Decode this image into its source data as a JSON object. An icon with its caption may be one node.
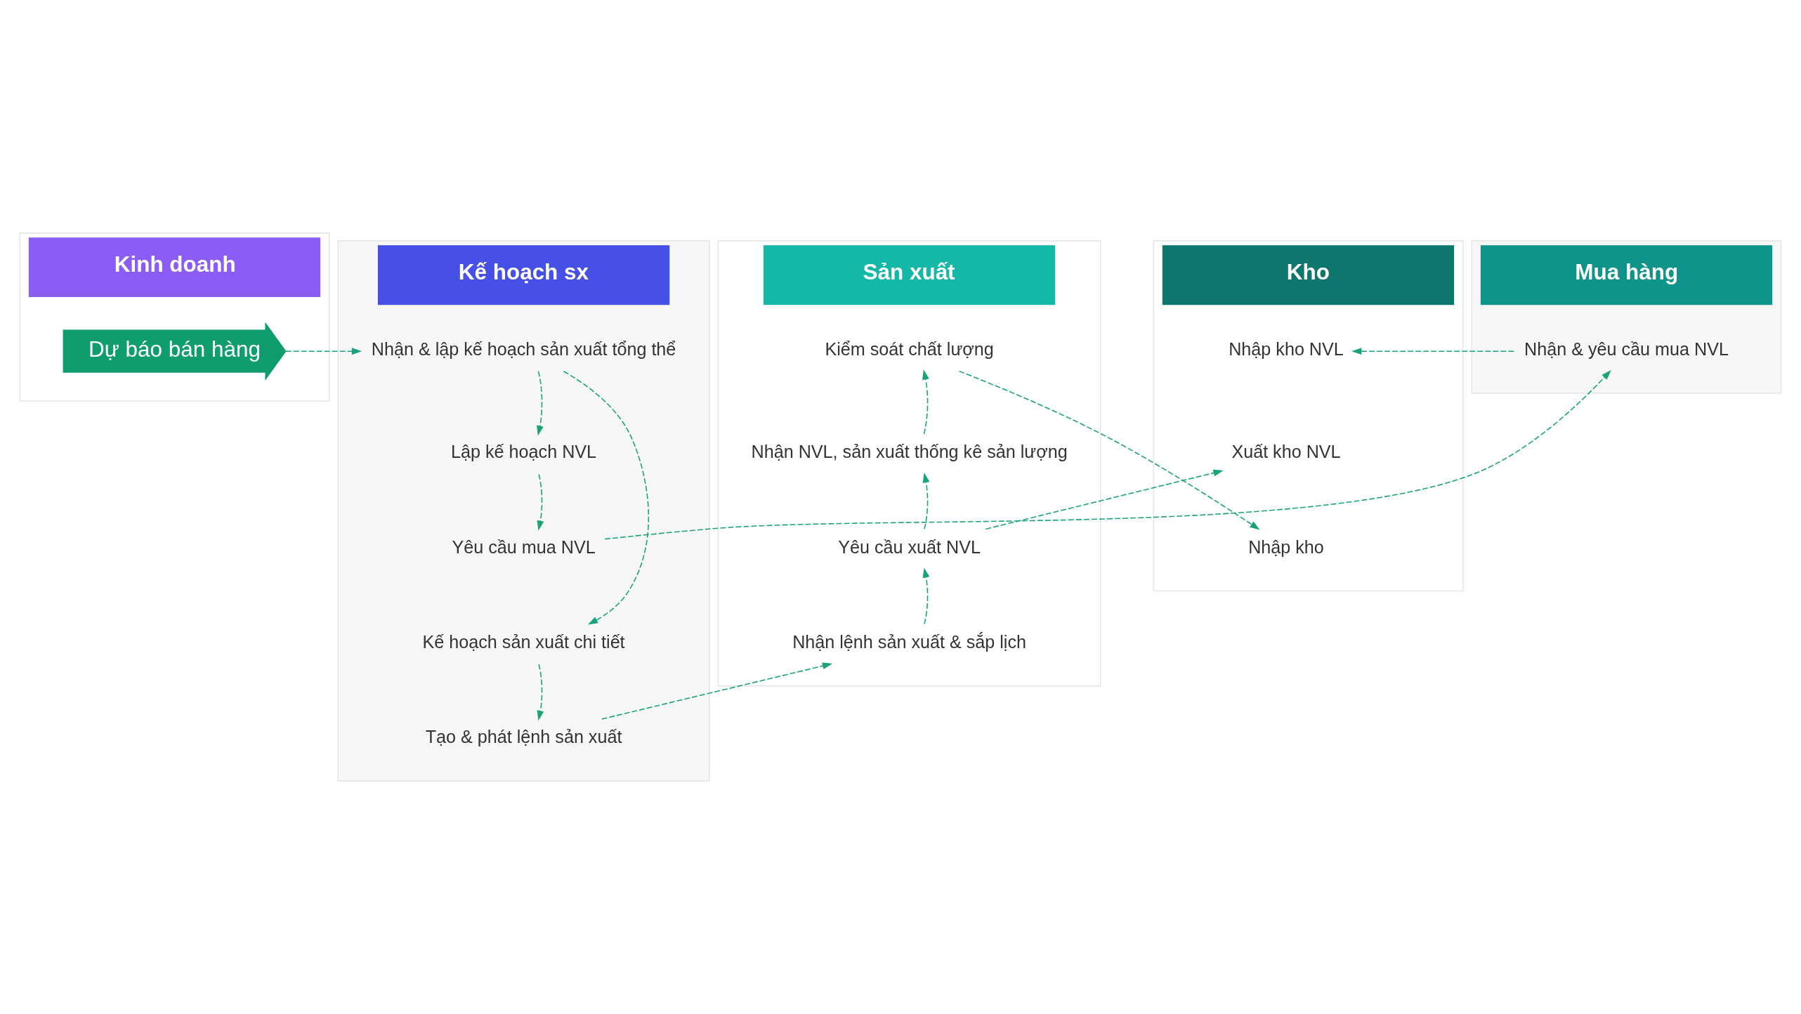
{
  "diagram": {
    "nodes": [
      {
        "text": [
          "Kinh doanh"
        ]
      },
      {
        "text": [
          "Dự báo bán hàng"
        ],
        "in": 0
      },
      {
        "text": [
          "Kế hoạch sx"
        ]
      },
      {
        "text": [
          "Nhận & lập kế hoạch sản xuất tổng thể"
        ],
        "in": 2
      },
      {
        "text": [
          "Lập kế hoạch NVL"
        ],
        "in": 2
      },
      {
        "text": [
          "Yêu cầu mua NVL"
        ],
        "in": 2
      },
      {
        "text": [
          "Kế hoạch sản xuất chi tiết"
        ],
        "in": 2
      },
      {
        "text": [
          "Tạo & phát lệnh sản xuất"
        ],
        "in": 2
      },
      {
        "text": [
          "Sản xuất"
        ]
      },
      {
        "text": [
          "Kiểm soát chất lượng"
        ],
        "in": 8
      },
      {
        "text": [
          "Nhận NVL, sản xuất thống kê sản lượng"
        ],
        "in": 8
      },
      {
        "text": [
          "Yêu cầu xuất NVL"
        ],
        "in": 8
      },
      {
        "text": [
          "Nhận lệnh sản xuất & sắp lịch"
        ],
        "in": 8
      },
      {
        "text": [
          "Mua hàng"
        ]
      },
      {
        "text": [
          "Nhận & yêu cầu mua NVL"
        ],
        "in": 13
      },
      {
        "text": [
          "Kho"
        ]
      },
      {
        "text": [
          "Nhập kho NVL"
        ],
        "in": 15
      },
      {
        "text": [
          "Xuất kho NVL"
        ],
        "in": 15
      },
      {
        "text": [
          "Nhập kho"
        ],
        "in": 15
      }
    ],
    "edges": [
      {
        "from": 1,
        "to": 3,
        "arrow": "to"
      },
      {
        "from": 3,
        "to": 4,
        "arrow": "to"
      },
      {
        "from": 3,
        "to": 6,
        "arrow": "to"
      },
      {
        "from": 4,
        "to": 5,
        "arrow": "to"
      },
      {
        "from": 5,
        "to": 14,
        "arrow": "to"
      },
      {
        "from": 14,
        "to": 16,
        "arrow": "to"
      },
      {
        "from": 6,
        "to": 7,
        "arrow": "to"
      },
      {
        "from": 7,
        "to": 12,
        "arrow": "to"
      },
      {
        "from": 12,
        "to": 11,
        "arrow": "to"
      },
      {
        "from": 11,
        "to": 10,
        "arrow": "to"
      },
      {
        "from": 10,
        "to": 9,
        "arrow": "to"
      },
      {
        "from": 9,
        "to": 18,
        "arrow": "to"
      },
      {
        "from": 11,
        "to": 17,
        "arrow": "to"
      }
    ]
  }
}
